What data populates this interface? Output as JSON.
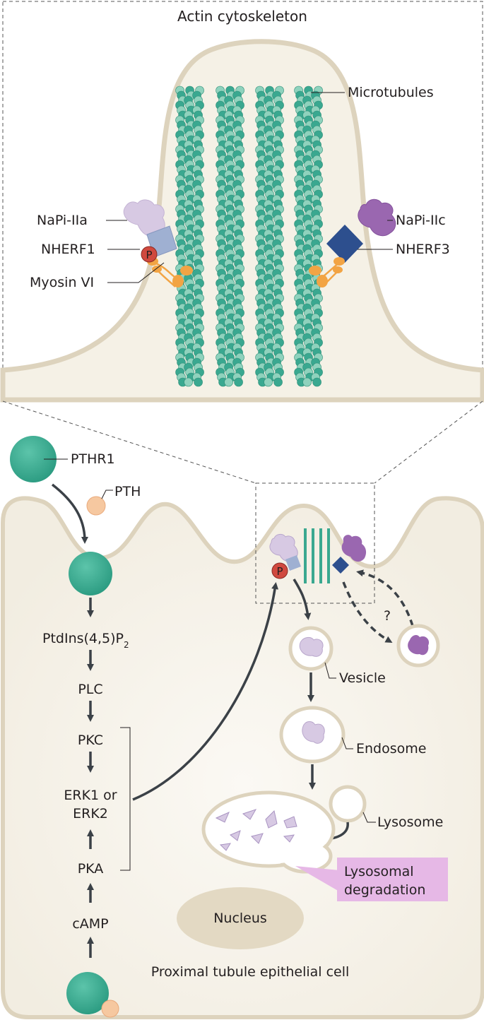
{
  "labels": {
    "actin_cytoskeleton": "Actin cytoskeleton",
    "microtubules": "Microtubules",
    "napi_iia": "NaPi-IIa",
    "nherf1": "NHERF1",
    "myosin_vi": "Myosin VI",
    "napi_iic": "NaPi-IIc",
    "nherf3": "NHERF3",
    "phospho": "P",
    "pthr1": "PTHR1",
    "pth": "PTH",
    "ptdins_main": "PtdIns(4,5)P",
    "ptdins_sub": "2",
    "plc": "PLC",
    "pkc": "PKC",
    "erk_line1": "ERK1 or",
    "erk_line2": "ERK2",
    "pka": "PKA",
    "camp": "cAMP",
    "question": "?",
    "vesicle": "Vesicle",
    "endosome": "Endosome",
    "lysosome": "Lysosome",
    "lysosomal_line1": "Lysosomal",
    "lysosomal_line2": "degradation",
    "nucleus": "Nucleus",
    "cell": "Proximal tubule epithelial cell"
  },
  "colors": {
    "membrane": "#ddd3bd",
    "cytoplasm": "#f6f3ea",
    "teal": "#3aa890",
    "teal_light": "#a8dccb",
    "napi_iia": "#d7c9e3",
    "nherf1": "#9fb0d2",
    "napi_iic": "#9a67b0",
    "nherf3": "#2d4f8e",
    "myosin": "#f2a444",
    "phospho": "#d0493f",
    "nucleus": "#e3d9c3",
    "callout": "#e6b8e6",
    "arrow": "#3b4147"
  }
}
